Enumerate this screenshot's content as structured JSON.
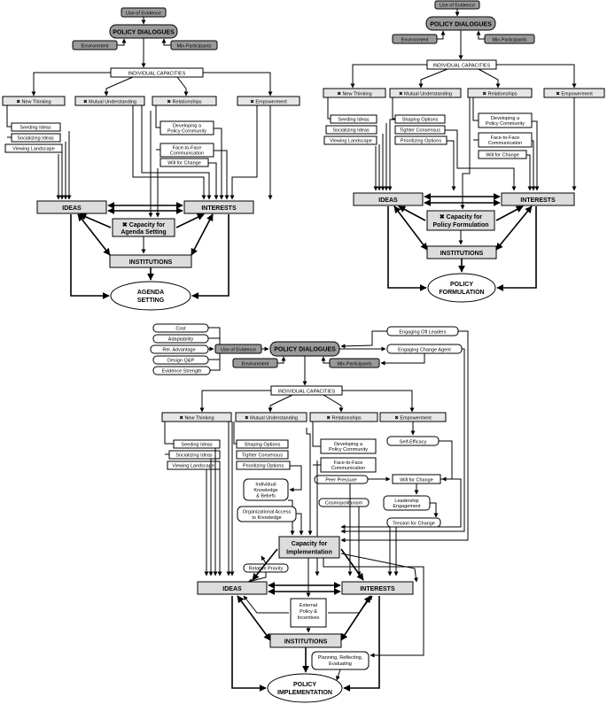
{
  "d1": {
    "use_evidence": "Use of Evidence",
    "policy_dialogues": "POLICY DIALOGUES",
    "environment": "Environment",
    "mix": "Mix-Participants",
    "capacities": "INDIVIDUAL CAPACITIES",
    "new_thinking": "✖ New Thinking",
    "mutual": "✖ Mutual Understanding",
    "relationships": "✖ Relationships",
    "empowerment": "✖ Empowerment",
    "seeding": "Seeding Ideas",
    "socializing": "Socializing Ideas",
    "viewing": "Viewing Landscape",
    "dev1": "Developing a",
    "dev2": "Policy Community",
    "f2f1": "Face-to-Face",
    "f2f2": "Communication",
    "will": "Will for Change",
    "ideas": "IDEAS",
    "interests": "INTERESTS",
    "cap1": "✖ Capacity for",
    "cap2": "Agenda Setting",
    "institutions": "INSTITUTIONS",
    "out1": "AGENDA",
    "out2": "SETTING"
  },
  "d2": {
    "use_evidence": "Use of Evidence",
    "policy_dialogues": "POLICY DIALOGUES",
    "environment": "Environment",
    "mix": "Mix-Participants",
    "capacities": "INDIVIDUAL CAPACITIES",
    "new_thinking": "✖ New Thinking",
    "mutual": "✖ Mutual Understanding",
    "relationships": "✖ Relationships",
    "empowerment": "✖ Empowerment",
    "seeding": "Seeding Ideas",
    "socializing": "Socializing Ideas",
    "viewing": "Viewing Landscape",
    "shaping": "Shaping Options",
    "tighter": "Tighter Consensus",
    "prioritizing": "Prioritizing Options",
    "dev1": "Developing a",
    "dev2": "Policy Community",
    "f2f1": "Face-to-Face",
    "f2f2": "Communication",
    "will": "Will for Change",
    "ideas": "IDEAS",
    "interests": "INTERESTS",
    "cap1": "✖ Capacity for",
    "cap2": "Policy Formulation",
    "institutions": "INSTITUTIONS",
    "out1": "POLICY",
    "out2": "FORMULATION"
  },
  "d3": {
    "cost": "Cost",
    "adaptability": "Adaptability",
    "rel_adv": "Rel. Advantage",
    "design": "Design Q&P",
    "strength": "Evidence Strength",
    "use_evidence": "Use of Evidence",
    "policy_dialogues": "POLICY DIALOGUES",
    "environment": "Environment",
    "mix": "Mix-Participants",
    "engaging_leaders": "Engaging Ofl Leaders",
    "engaging_agent": "Engaging Change Agent",
    "capacities": "INDIVIDUAL CAPACITIES",
    "new_thinking": "✖ New Thinking",
    "mutual": "✖ Mutual Understanding",
    "relationships": "✖ Relationships",
    "empowerment": "✖ Empowerment",
    "seeding": "Seeding Ideas",
    "socializing": "Socializing Ideas",
    "viewing": "Viewing Landscape",
    "shaping": "Shaping Options",
    "tighter": "Tighter Consensus",
    "prioritizing": "Prioritizing Options",
    "dev1": "Developing a",
    "dev2": "Policy Community",
    "f2f1": "Face-to-Face",
    "f2f2": "Communication",
    "self_efficacy": "Self-Efficacy",
    "peer": "Peer Pressure",
    "will": "Will for Change",
    "indiv1": "Individual",
    "indiv2": "Knowledge",
    "indiv3": "& Beliefs",
    "cosmo": "Cosmopolitanism",
    "lead1": "Leadership",
    "lead2": "Engagement",
    "org1": "Organizational Access",
    "org2": "to Knowledge",
    "tension": "Tension for Change",
    "cap1": "Capacity for",
    "cap2": "Implementation",
    "relative": "Relative Priority",
    "ideas": "IDEAS",
    "interests": "INTERESTS",
    "ext1": "External",
    "ext2": "Policy &",
    "ext3": "Incentives",
    "institutions": "INSTITUTIONS",
    "plan1": "Planning, Reflecting,",
    "plan2": "Evaluating",
    "out1": "POLICY",
    "out2": "IMPLEMENTATION"
  }
}
